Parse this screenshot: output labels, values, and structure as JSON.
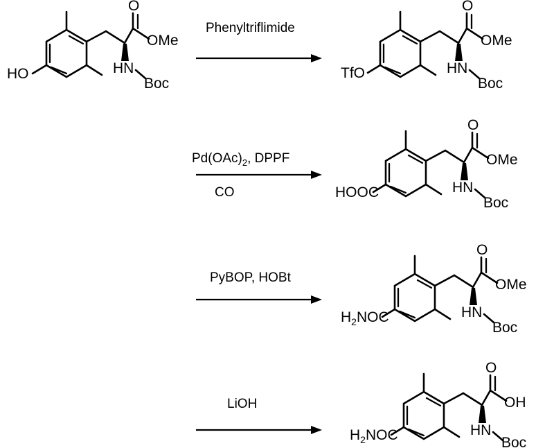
{
  "document": {
    "type": "chemical-reaction-scheme",
    "background_color": "#ffffff",
    "line_color": "#000000",
    "step_count": 4
  },
  "steps": [
    {
      "index": 1,
      "reagents_above": "Phenyltriflimide",
      "reagents_below": "",
      "reactant": {
        "name": "Boc-protected tyrosine methyl ester, 2,6-dimethyl",
        "ring_para_label": "HO",
        "ester_label": "OMe",
        "carbonyl_label": "O",
        "amine_label": "HN",
        "carbamate_label": "Boc"
      },
      "product": {
        "name": "aryl triflate",
        "ring_para_label": "TfO",
        "ester_label": "OMe",
        "carbonyl_label": "O",
        "amine_label": "HN",
        "carbamate_label": "Boc"
      }
    },
    {
      "index": 2,
      "reagents_above": "Pd(OAc)2, DPPF",
      "reagents_above_main": "Pd(OAc)",
      "reagents_above_sub": "2",
      "reagents_above_tail": ", DPPF",
      "reagents_below": "CO",
      "product": {
        "name": "benzoic acid derivative",
        "ring_para_label": "HOOC",
        "ester_label": "OMe",
        "carbonyl_label": "O",
        "amine_label": "HN",
        "carbamate_label": "Boc"
      }
    },
    {
      "index": 3,
      "reagents_above": "PyBOP, HOBt",
      "reagents_below": "",
      "product": {
        "name": "primary benzamide",
        "ring_para_label": "H2NOC",
        "ring_para_main": "H",
        "ring_para_sub": "2",
        "ring_para_tail": "NOC",
        "ester_label": "OMe",
        "carbonyl_label": "O",
        "amine_label": "HN",
        "carbamate_label": "Boc"
      }
    },
    {
      "index": 4,
      "reagents_above": "LiOH",
      "reagents_below": "",
      "product": {
        "name": "free carboxylic acid",
        "ring_para_label": "H2NOC",
        "ring_para_main": "H",
        "ring_para_sub": "2",
        "ring_para_tail": "NOC",
        "ester_label": "OH",
        "carbonyl_label": "O",
        "amine_label": "HN",
        "carbamate_label": "Boc"
      }
    }
  ],
  "labels": {
    "O": "O",
    "OMe": "OMe",
    "OH": "OH",
    "HN": "HN",
    "Boc": "Boc",
    "HO": "HO",
    "TfO": "TfO",
    "HOOC": "HOOC",
    "CO": "CO",
    "LiOH": "LiOH",
    "PyBOP_HOBt": "PyBOP, HOBt",
    "Phenyltriflimide": "Phenyltriflimide"
  }
}
